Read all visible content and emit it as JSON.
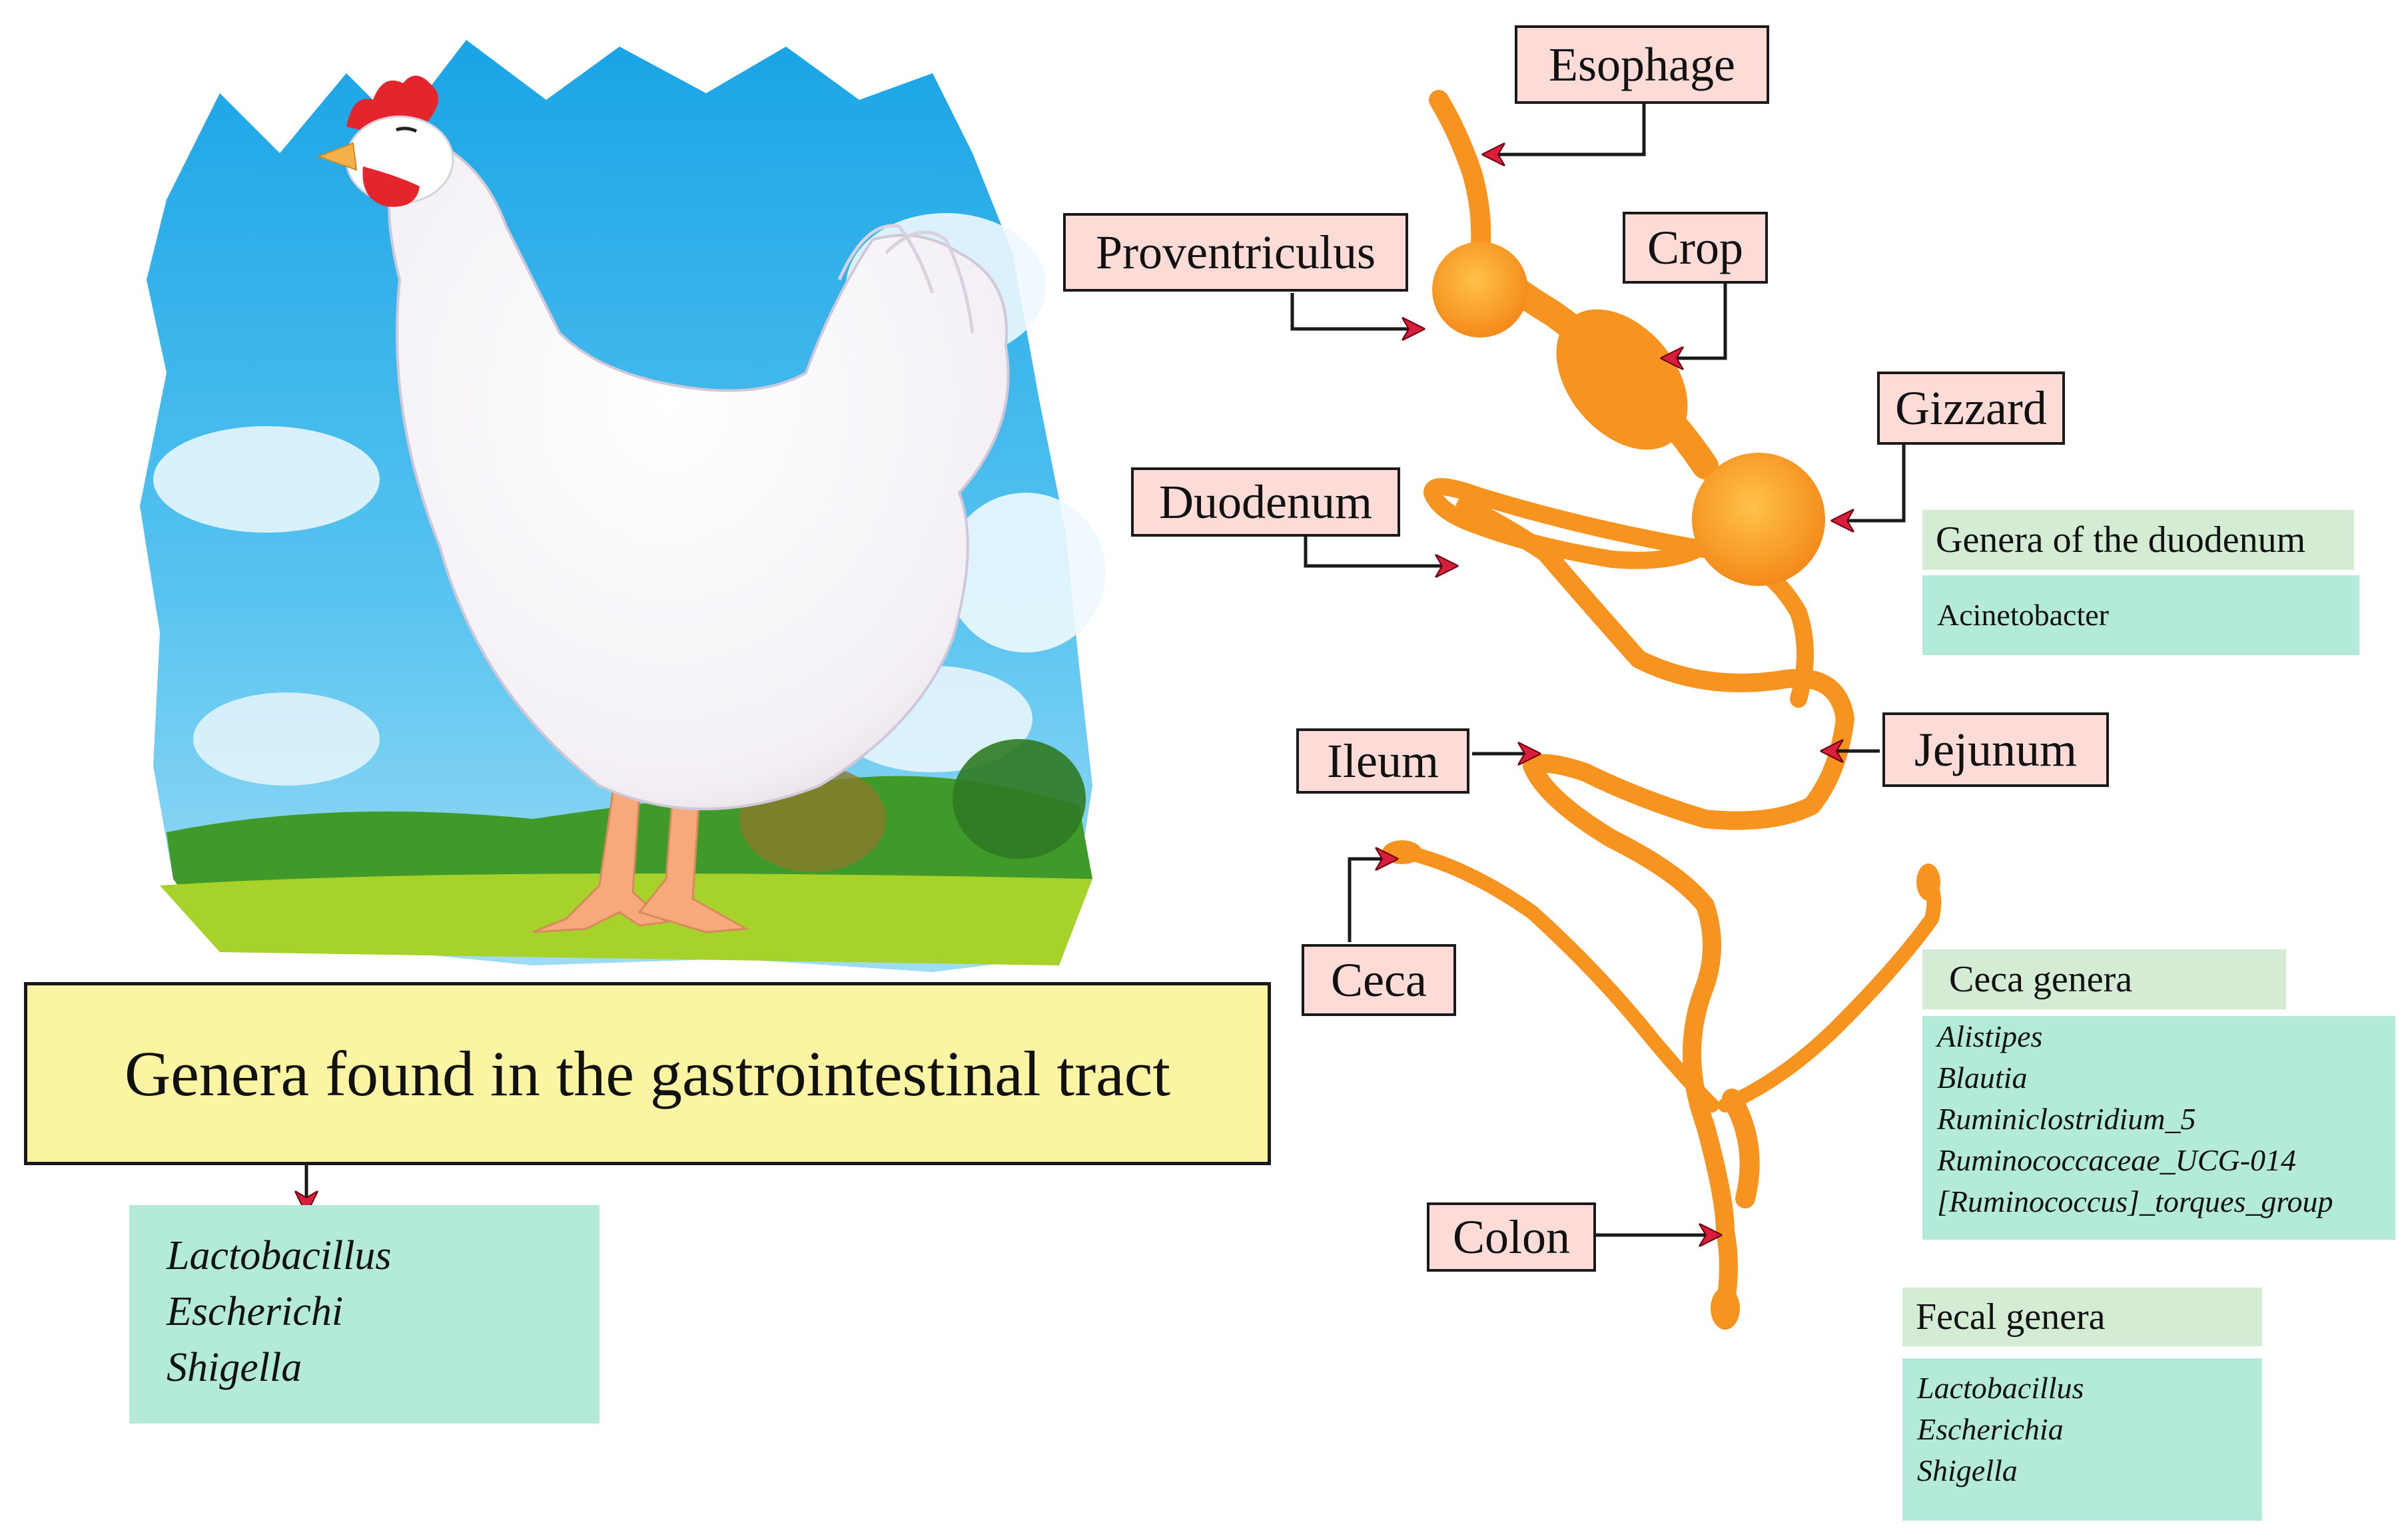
{
  "title": "Genera found in the gastrointestinal tract",
  "organs": {
    "esophage": "Esophage",
    "proventriculus": "Proventriculus",
    "crop": "Crop",
    "gizzard": "Gizzard",
    "duodenum": "Duodenum",
    "jejunum": "Jejunum",
    "ileum": "Ileum",
    "ceca": "Ceca",
    "colon": "Colon"
  },
  "gi_genera": [
    "Lactobacillus",
    "Escherichi",
    "Shigella"
  ],
  "duodenum_panel": {
    "header": "Genera of the duodenum",
    "items": [
      "Acinetobacter"
    ]
  },
  "ceca_panel": {
    "header": "Ceca genera",
    "items": [
      "Alistipes",
      "Blautia",
      "Ruminiclostridium_5",
      "Ruminococcaceae_UCG-014",
      "[Ruminococcus]_torques_group"
    ]
  },
  "fecal_panel": {
    "header": "Fecal genera",
    "items": [
      "Lactobacillus",
      "Escherichia",
      "Shigella"
    ]
  },
  "colors": {
    "tract": "#f79420",
    "arrowhead": "#d91e3c",
    "label_fill": "#fddcd7",
    "title_fill": "#fbf4a3",
    "list_fill": "#b4ead9",
    "header_fill": "#d4ecd3",
    "sky": "#3fb6ea",
    "grass": "#3f9a2a"
  }
}
